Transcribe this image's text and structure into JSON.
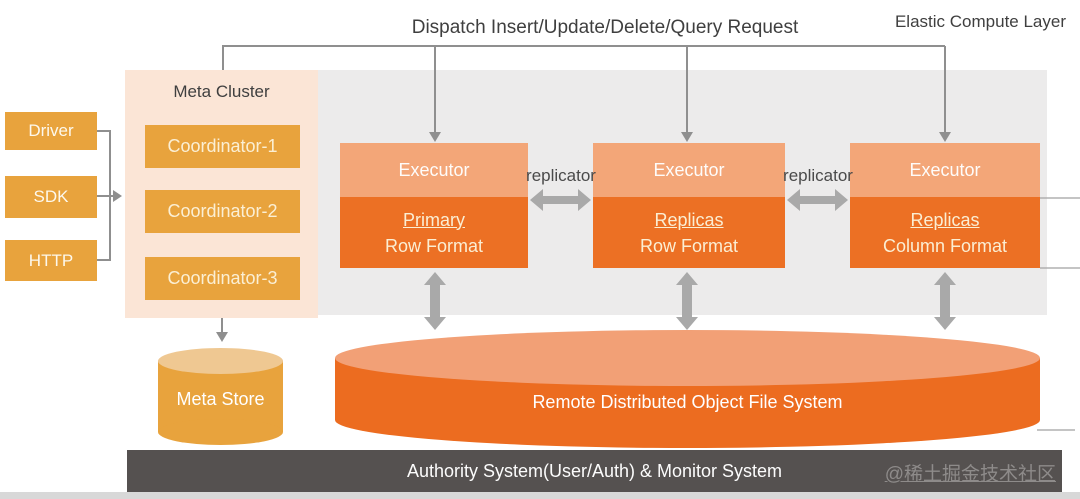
{
  "title": "Dispatch Insert/Update/Delete/Query Request",
  "clients": [
    {
      "label": "Driver"
    },
    {
      "label": "SDK"
    },
    {
      "label": "HTTP"
    }
  ],
  "meta_cluster": {
    "label": "Meta Cluster",
    "coordinators": [
      "Coordinator-1",
      "Coordinator-2",
      "Coordinator-3"
    ]
  },
  "elastic_layer": {
    "label": "Elastic Compute Layer",
    "executors": [
      {
        "header": "Executor",
        "role": "Primary",
        "format": "Row Format"
      },
      {
        "header": "Executor",
        "role": "Replicas",
        "format": "Row Format"
      },
      {
        "header": "Executor",
        "role": "Replicas",
        "format": "Column Format"
      }
    ]
  },
  "replicators": [
    "replicator",
    "replicator"
  ],
  "meta_store": {
    "label": "Meta Store"
  },
  "storage": {
    "label": "Remote Distributed Object File System"
  },
  "footer": {
    "label": "Authority System(User/Auth) & Monitor System",
    "watermark": "@稀土掘金技术社区"
  },
  "colors": {
    "golden_orange": "#E8A33D",
    "peach_panel": "#FBE5D6",
    "gray_panel": "#ECEBEB",
    "salmon": "#F3A678",
    "dark_orange": "#EC7024",
    "connector_gray": "#8F8F8F",
    "thick_arrow_gray": "#A9A9A9",
    "footer_bar": "#555150",
    "text_dark": "#3F3F3F"
  }
}
